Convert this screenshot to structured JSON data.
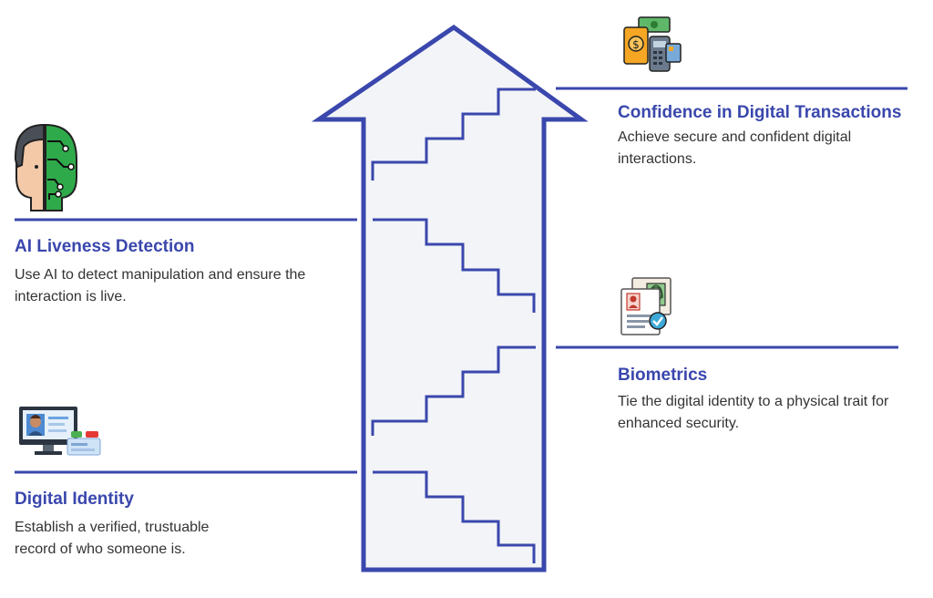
{
  "accent_color": "#3a47ad",
  "stages": [
    {
      "title": "Digital Identity",
      "description": "Establish a verified, trustuable record of who someone is.",
      "icon": "computer-id-card-icon"
    },
    {
      "title": "AI Liveness Detection",
      "description": "Use AI to detect manipulation and ensure the interaction is live.",
      "icon": "ai-face-circuit-icon"
    },
    {
      "title": "Biometrics",
      "description": "Tie the digital identity to a physical trait for enhanced security.",
      "icon": "fingerprint-document-icon"
    },
    {
      "title": "Confidence in Digital Transactions",
      "description": "Achieve secure and confident digital interactions.",
      "icon": "payment-terminal-icon"
    }
  ]
}
